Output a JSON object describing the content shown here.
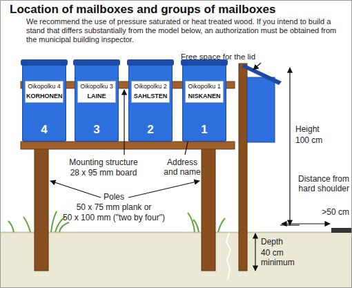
{
  "diagram": {
    "title": "Location of mailboxes and groups of mailboxes",
    "nodes": [
      {
        "text": [
          "4"
        ]
      },
      {
        "text": [
          "Oikopolku 4",
          "KORHONEN"
        ],
        "in": 0
      },
      {
        "text": [
          "3"
        ]
      },
      {
        "text": [
          "Oikopolku 3",
          "LAINE"
        ],
        "in": 2
      },
      {
        "text": [
          "2"
        ]
      },
      {
        "text": [
          "Oikopolku 2",
          "SAHLSTEN"
        ],
        "in": 4
      },
      {
        "text": [
          "1"
        ]
      },
      {
        "text": [
          "Oikopolku 1",
          "NISKANEN"
        ],
        "in": 6
      }
    ],
    "labels": [
      "We recommend the use of pressure saturated or heat treated wood. If you intend to build a stand that differs substantially from the model below, an authorization must be obtained from the municipal building inspector.",
      "Free space for the lid",
      "Height",
      "100 cm",
      "Mounting structure",
      "28 x 95 mm board",
      "Address and name",
      "Poles",
      "50 x 75 mm plank or",
      "50 x 100 mm (\"two by four\")",
      "Distance from hard shoulder",
      ">50 cm",
      "Depth",
      "40 cm minimum"
    ]
  }
}
